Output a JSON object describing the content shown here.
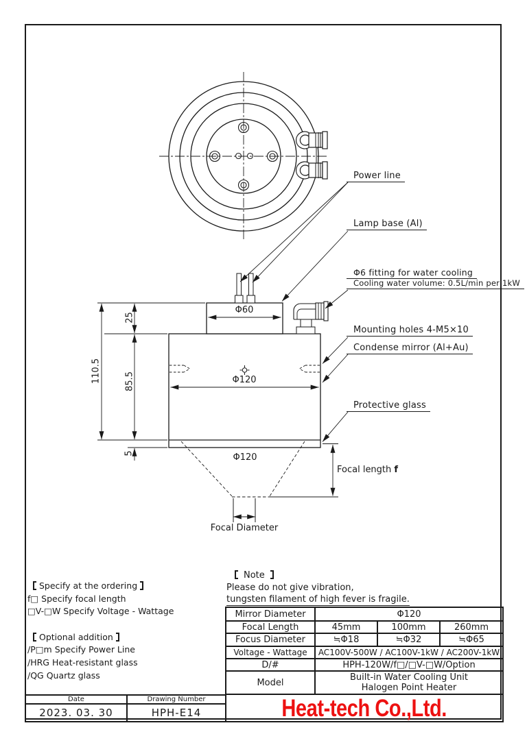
{
  "callouts": {
    "power_line": "Power line",
    "lamp_base": "Lamp base (Al)",
    "fitting": "Φ6 fitting for water cooling",
    "fitting_sub": "Cooling water volume: 0.5L/min per 1kW",
    "mounting_holes": "Mounting holes 4-M5×10",
    "condense_mirror": "Condense mirror (Al+Au)",
    "protective_glass": "Protective glass",
    "focal_length": "Focal length",
    "focal_length_var": "f",
    "focal_diameter": "Focal Diameter"
  },
  "dimensions": {
    "total_height": "110.5",
    "base_height": "25",
    "body_height": "85.5",
    "glass_thickness": "5",
    "base_diameter": "Φ60",
    "body_diameter": "Φ120",
    "glass_diameter": "Φ120"
  },
  "ordering": {
    "title": "Specify at the ordering",
    "line1": "f□ Specify focal length",
    "line2": "□V-□W Specify Voltage - Wattage",
    "optional_title": "Optional addition",
    "opt1": "/P□m Specify Power Line",
    "opt2": "/HRG Heat-resistant glass",
    "opt3": "/QG Quartz glass"
  },
  "note": {
    "title": "Note",
    "line1": "Please do not give vibration,",
    "line2": "tungsten filament of high fever is fragile."
  },
  "spec_table": {
    "rows": [
      {
        "label": "Mirror Diameter",
        "values": [
          "Φ120"
        ]
      },
      {
        "label": "Focal Length",
        "values": [
          "45mm",
          "100mm",
          "260mm"
        ]
      },
      {
        "label": "Focus Diameter",
        "values": [
          "≒Φ18",
          "≒Φ32",
          "≒Φ65"
        ]
      },
      {
        "label": "Voltage - Wattage",
        "values": [
          "AC100V-500W / AC100V-1kW / AC200V-1kW"
        ]
      },
      {
        "label": "D/#",
        "values": [
          "HPH-120W/f□/□V-□W/Option"
        ]
      },
      {
        "label": "Model",
        "values": [
          "Built-in Water Cooling Unit",
          "Halogen Point Heater"
        ]
      }
    ]
  },
  "title_block": {
    "date_label": "Date",
    "date_value": "2023. 03. 30",
    "number_label": "Drawing Number",
    "number_value": "HPH-E14"
  },
  "company": {
    "name": "Heat-tech Co.,Ltd."
  },
  "colors": {
    "line": "#1a1a1a",
    "accent_red": "#ed1111",
    "background": "#ffffff"
  }
}
